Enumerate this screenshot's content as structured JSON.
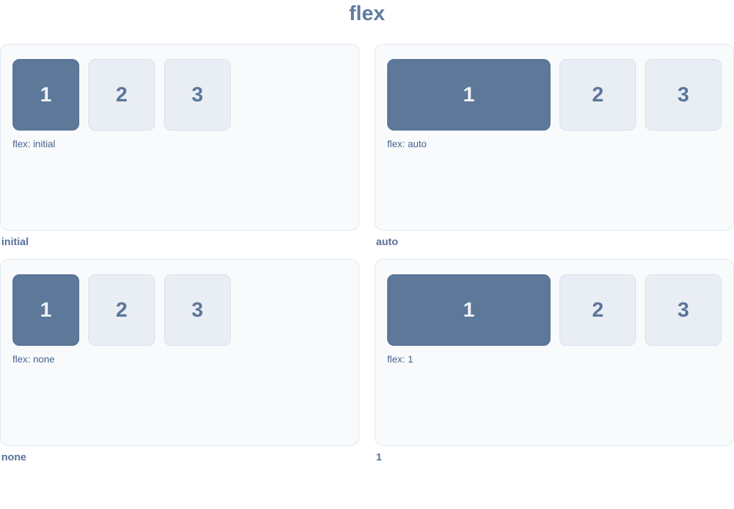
{
  "title": "flex",
  "demos": [
    {
      "caption": "initial",
      "label": "flex: initial",
      "boxes": [
        "1",
        "2",
        "3"
      ]
    },
    {
      "caption": "auto",
      "label": "flex: auto",
      "boxes": [
        "1",
        "2",
        "3"
      ]
    },
    {
      "caption": "none",
      "label": "flex: none",
      "boxes": [
        "1",
        "2",
        "3"
      ]
    },
    {
      "caption": "1",
      "label": "flex: 1",
      "boxes": [
        "1",
        "2",
        "3"
      ]
    }
  ],
  "colors": {
    "accent": "#5d7899",
    "accent_text": "#eef2f7",
    "muted_box": "#e9edf4",
    "muted_box_border": "#d9e0ec",
    "muted_text": "#5a7699",
    "panel_background": "#f8fafc",
    "panel_border": "#e1e8f2",
    "label_text": "#47628e",
    "caption_text": "#567099",
    "title_text": "#5e7ba2"
  }
}
